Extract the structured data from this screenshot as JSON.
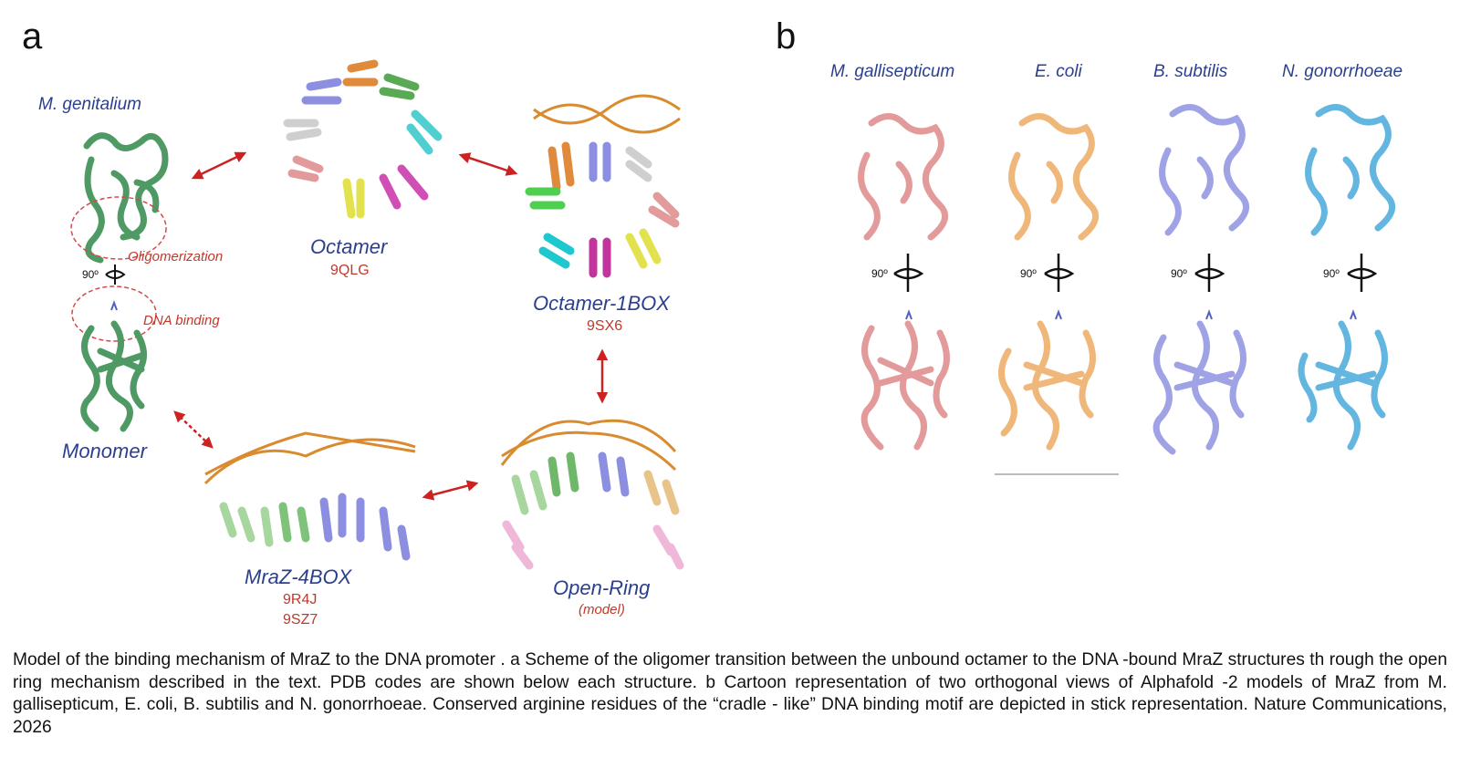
{
  "panel_a": {
    "letter": "a",
    "species": "M. genitalium",
    "oligomerization": "Oligomerization",
    "dna_binding": "DNA binding",
    "rotation": "90º",
    "monomer": "Monomer",
    "octamer": {
      "name": "Octamer",
      "code": "9QLG"
    },
    "octamer_1box": {
      "name": "Octamer-1BOX",
      "code": "9SX6"
    },
    "mraz_4box": {
      "name": "MraZ-4BOX",
      "code1": "9R4J",
      "code2": "9SZ7"
    },
    "open_ring": {
      "name": "Open-Ring",
      "note": "(model)"
    }
  },
  "panel_b": {
    "letter": "b",
    "rotation": "90º",
    "species": [
      {
        "name": "M. gallisepticum",
        "color": "#e39a9a"
      },
      {
        "name": "E. coli",
        "color": "#f0b77a"
      },
      {
        "name": "B. subtilis",
        "color": "#9fa3e6"
      },
      {
        "name": "N. gonorrhoeae",
        "color": "#62b6df"
      }
    ]
  },
  "colors": {
    "monomer_green": "#4f9a64",
    "arrow_red": "#cc2222",
    "dna_orange": "#d98b2f",
    "label_blue": "#2b3f8f"
  },
  "caption": "Model of the binding mechanism of MraZ to the DNA promoter . a Scheme of the oligomer transition between the unbound octamer to the DNA -bound MraZ structures th rough the open ring mechanism described in the text. PDB codes are shown below each structure. b Cartoon representation of two orthogonal views of Alphafold -2 models of MraZ from M. gallisepticum, E. coli, B. subtilis and N. gonorrhoeae. Conserved arginine residues of the “cradle - like” DNA binding motif are depicted in stick representation. Nature Communications, 2026"
}
